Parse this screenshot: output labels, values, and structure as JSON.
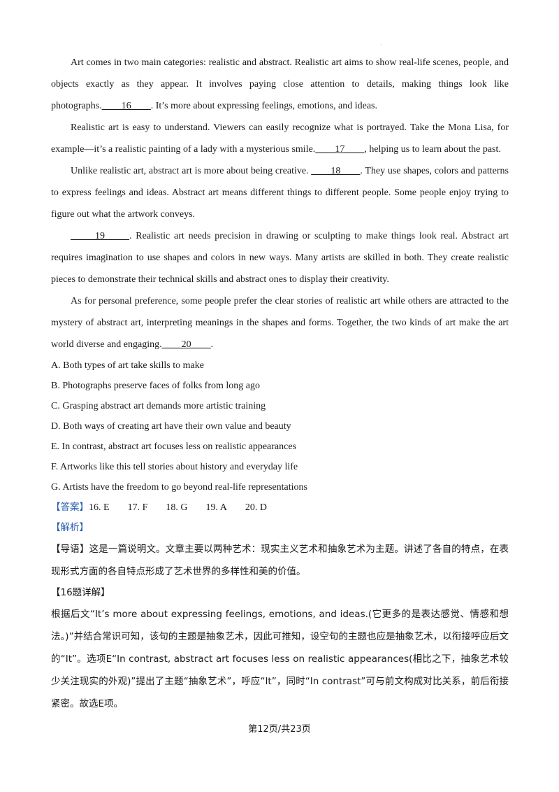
{
  "passage": {
    "p1": {
      "a": "Art comes in two main categories: realistic and abstract. Realistic art aims to show real-life scenes, people, and objects exactly as they appear. It involves paying close attention to details, making things look like photographs.",
      "blank": "____16____",
      "b": ". It’s more about expressing feelings, emotions, and ideas."
    },
    "p2": {
      "a": "Realistic art is easy to understand. Viewers can easily recognize what is portrayed. Take the Mona Lisa, for example—it’s a realistic painting of a lady with a mysterious smile.",
      "blank": "____17____",
      "b": ", helping us to learn about the past."
    },
    "p3": {
      "a": "Unlike realistic art, abstract art is more about being creative.  ",
      "blank": "____18____",
      "b": ". They use shapes, colors and patterns to express feelings and ideas. Abstract art means different things to different people. Some people enjoy trying to figure out what the artwork conveys."
    },
    "p4": {
      "blank": "_____19_____",
      "b": ". Realistic art needs precision in drawing or sculpting to make things look real. Abstract art requires imagination to use shapes and colors in new ways. Many artists are skilled in both. They create realistic pieces to demonstrate their technical skills and abstract ones to display their creativity."
    },
    "p5": {
      "a": "As for personal preference, some people prefer the clear stories of realistic art while others are attracted to the mystery of abstract art, interpreting meanings in the shapes and forms. Together, the two kinds of art make the art world diverse and engaging.",
      "blank": "____20____",
      "b": "."
    }
  },
  "options": [
    "A.  Both types of art take skills to make",
    "B.  Photographs preserve faces of folks from long ago",
    "C.  Grasping abstract art demands more artistic training",
    "D.  Both ways of creating art have their own value and beauty",
    "E.  In contrast, abstract art focuses less on realistic appearances",
    "F.  Artworks like this tell stories about history and everyday life",
    "G.  Artists have the freedom to go beyond real-life representations"
  ],
  "answer": {
    "label": "【答案】",
    "items": [
      "16. E",
      "17. F",
      "18. G",
      "19. A",
      "20. D"
    ]
  },
  "analysis_label": "【解析】",
  "guide": {
    "label": "【导语】",
    "text": "这是一篇说明文。文章主要以两种艺术：现实主义艺术和抽象艺术为主题。讲述了各自的特点，在表现形式方面的各自特点形成了艺术世界的多样性和美的价值。"
  },
  "q16": {
    "label": "【16题详解】",
    "text": "根据后文“It’s more about expressing feelings, emotions, and ideas.(它更多的是表达感觉、情感和想法。)”并结合常识可知，该句的主题是抽象艺术，因此可推知，设空句的主题也应是抽象艺术，以衔接呼应后文的“It”。选项E“In contrast, abstract art focuses less on realistic appearances(相比之下，抽象艺术较少关注现实的外观)”提出了主题“抽象艺术”，呼应“It”，同时“In contrast”可与前文构成对比关系，前后衔接紧密。故选E项。"
  },
  "footer": "第12页/共23页"
}
